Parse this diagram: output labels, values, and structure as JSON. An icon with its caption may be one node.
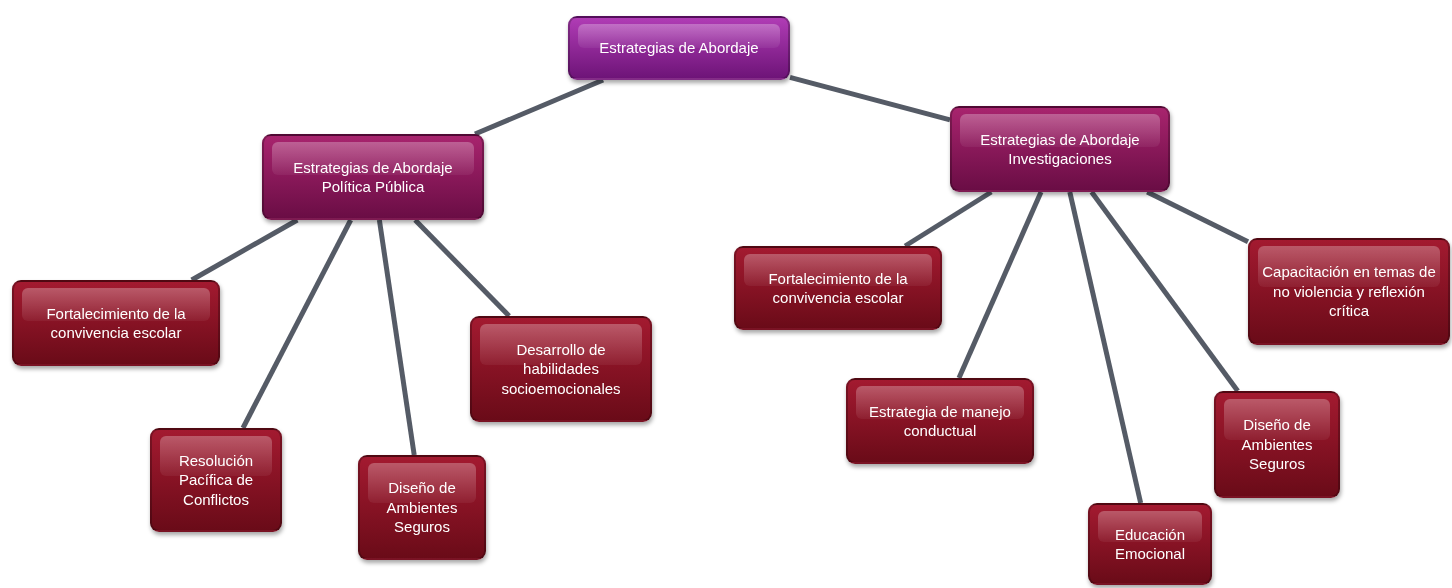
{
  "diagram": {
    "nodes": [
      {
        "text": [
          "Estrategias de Abordaje"
        ]
      },
      {
        "text": [
          "Estrategias de Abordaje Política Pública"
        ]
      },
      {
        "text": [
          "Estrategias de Abordaje Investigaciones"
        ]
      },
      {
        "text": [
          "Fortalecimiento de la convivencia escolar"
        ]
      },
      {
        "text": [
          "Resolución Pacífica de Conflictos"
        ]
      },
      {
        "text": [
          "Diseño de Ambientes Seguros"
        ]
      },
      {
        "text": [
          "Desarrollo de habilidades socioemocionales"
        ]
      },
      {
        "text": [
          "Fortalecimiento de la convivencia escolar"
        ]
      },
      {
        "text": [
          "Estrategia de manejo conductual"
        ]
      },
      {
        "text": [
          "Educación Emocional"
        ]
      },
      {
        "text": [
          "Diseño de Ambientes Seguros"
        ]
      },
      {
        "text": [
          "Capacitación en temas de no violencia y reflexión crítica"
        ]
      }
    ],
    "edges": [
      {
        "from": 0,
        "to": 1,
        "arrow": "none"
      },
      {
        "from": 0,
        "to": 2,
        "arrow": "none"
      },
      {
        "from": 1,
        "to": 3,
        "arrow": "none"
      },
      {
        "from": 1,
        "to": 4,
        "arrow": "none"
      },
      {
        "from": 1,
        "to": 5,
        "arrow": "none"
      },
      {
        "from": 1,
        "to": 6,
        "arrow": "none"
      },
      {
        "from": 2,
        "to": 7,
        "arrow": "none"
      },
      {
        "from": 2,
        "to": 8,
        "arrow": "none"
      },
      {
        "from": 2,
        "to": 9,
        "arrow": "none"
      },
      {
        "from": 2,
        "to": 10,
        "arrow": "none"
      },
      {
        "from": 2,
        "to": 11,
        "arrow": "none"
      }
    ]
  }
}
